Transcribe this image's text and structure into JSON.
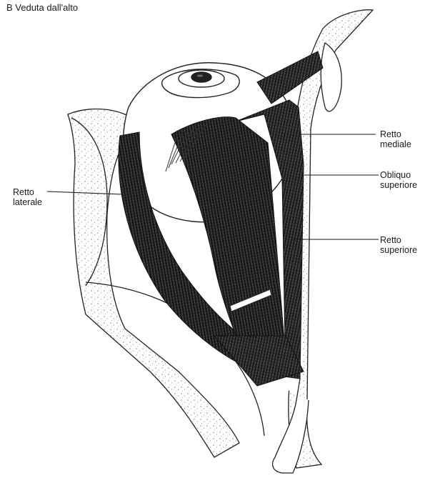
{
  "figure": {
    "title": "B  Veduta dall'alto"
  },
  "labels": {
    "retto_mediale": [
      "Retto",
      "mediale"
    ],
    "obliquo_superiore": [
      "Obliquo",
      "superiore"
    ],
    "retto_laterale": [
      "Retto",
      "laterale"
    ],
    "retto_superiore": [
      "Retto",
      "superiore"
    ]
  },
  "colors": {
    "ink": "#1a1a1a",
    "muscle": "#2b2b2b",
    "bone_stipple": "#7a7a7a",
    "background": "#ffffff"
  }
}
